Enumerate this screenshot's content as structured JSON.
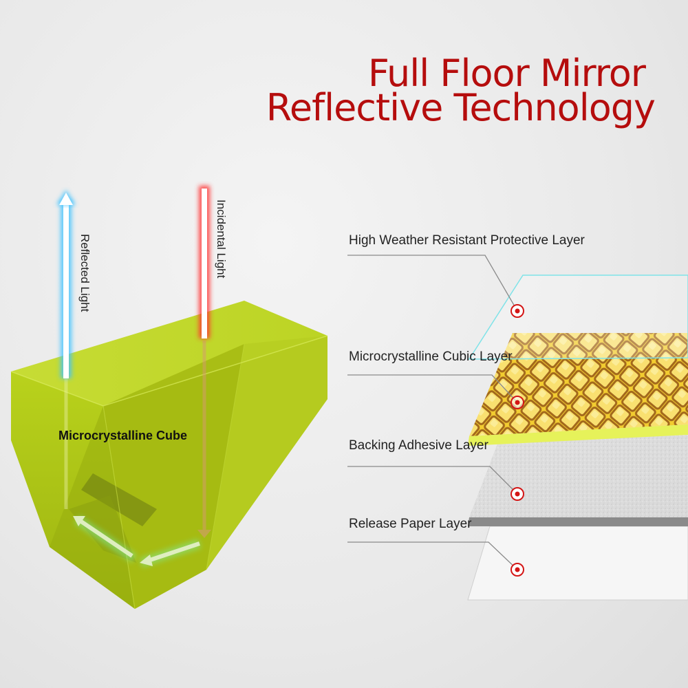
{
  "title": {
    "line1": "Full Floor Mirror",
    "line2": "Reflective Technology"
  },
  "lights": {
    "reflected": "Reflected Light",
    "incidental": "Incidental Light"
  },
  "cube": {
    "label": "Microcrystalline Cube"
  },
  "layers": [
    {
      "name": "High Weather Resistant Protective Layer"
    },
    {
      "name": "Microcrystalline Cubic Layer"
    },
    {
      "name": "Backing Adhesive Layer"
    },
    {
      "name": "Release Paper Layer"
    }
  ],
  "colors": {
    "title": "#b50d0d",
    "cube": "#b9d21c",
    "reflected_glow": "#3fc3ff",
    "incident_glow": "#ff3030",
    "marker": "#d41515"
  }
}
